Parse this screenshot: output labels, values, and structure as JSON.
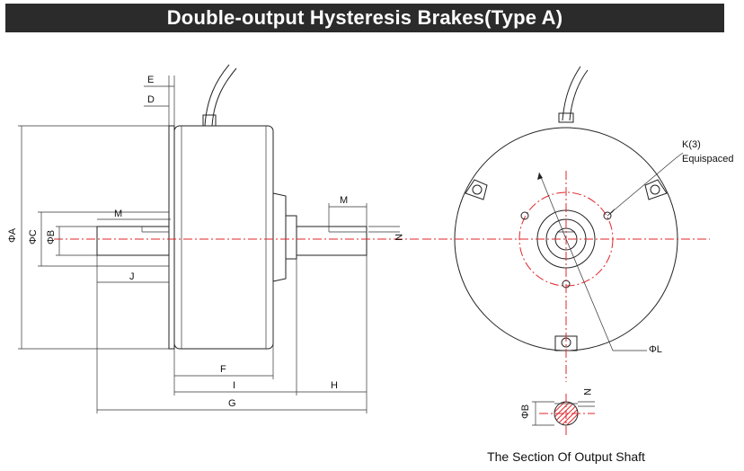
{
  "title": "Double-output Hysteresis Brakes(Type A)",
  "caption": "The Section Of Output Shaft",
  "labels": {
    "E": "E",
    "D": "D",
    "A": "ΦA",
    "C": "ΦC",
    "B": "ΦB",
    "M": "M",
    "J": "J",
    "F": "F",
    "I": "I",
    "H": "H",
    "G": "G",
    "N": "N",
    "K": "K(3)",
    "equispaced": "Equispaced",
    "L": "ΦL",
    "section_B": "ΦB",
    "section_N": "N"
  },
  "colors": {
    "title_bg": "#2b2b2b",
    "centerline": "#e1262b",
    "hatch": "#e1262b"
  }
}
